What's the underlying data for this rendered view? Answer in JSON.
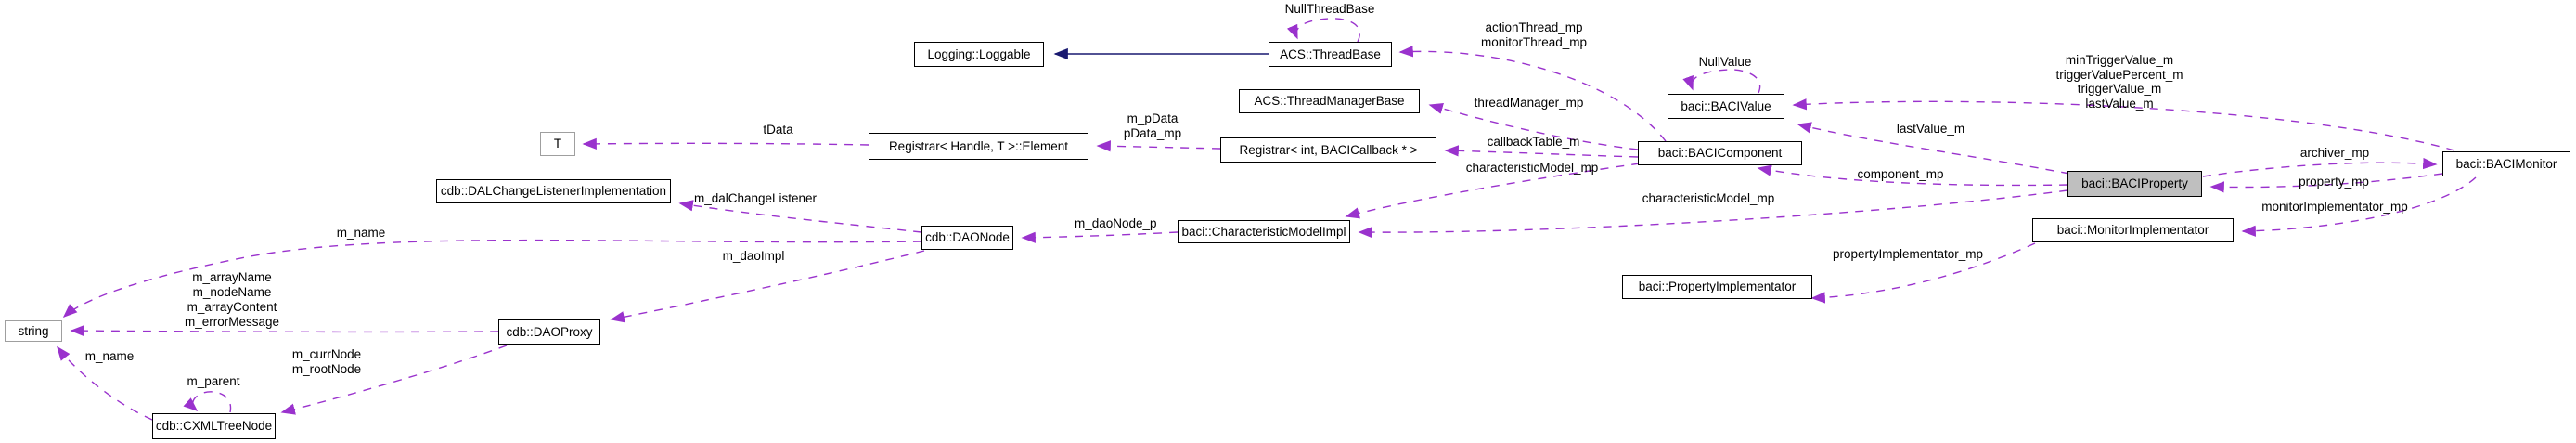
{
  "diagram": {
    "type": "doxygen-collaboration-graph",
    "highlighted_node": "baci::BACIProperty",
    "colors": {
      "usage_edge": "#9a32cd",
      "inheritance_edge": "#191970",
      "highlight_fill": "#bfbfbf",
      "node_border": "#000000",
      "external_node_border": "#9f9f9f",
      "background": "#ffffff",
      "text": "#000000"
    },
    "nodes": {
      "loggable": {
        "label": "Logging::Loggable"
      },
      "threadbase": {
        "label": "ACS::ThreadBase"
      },
      "threadmanagerbase": {
        "label": "ACS::ThreadManagerBase"
      },
      "registrar_int": {
        "label": "Registrar< int, BACICallback * >"
      },
      "bacivalue": {
        "label": "baci::BACIValue"
      },
      "bacicomponent": {
        "label": "baci::BACIComponent"
      },
      "bacimonitor": {
        "label": "baci::BACIMonitor"
      },
      "baciproperty": {
        "label": "baci::BACIProperty"
      },
      "monitorimplementator": {
        "label": "baci::MonitorImplementator"
      },
      "propertyimplementator": {
        "label": "baci::PropertyImplementator"
      },
      "t": {
        "label": "T"
      },
      "registrar_element": {
        "label": "Registrar< Handle, T >::Element"
      },
      "dalchangelistener": {
        "label": "cdb::DALChangeListenerImplementation"
      },
      "daonode": {
        "label": "cdb::DAONode"
      },
      "characteristicmodelimpl": {
        "label": "baci::CharacteristicModelImpl"
      },
      "string": {
        "label": "string"
      },
      "daoproxy": {
        "label": "cdb::DAOProxy"
      },
      "cxmltreenode": {
        "label": "cdb::CXMLTreeNode"
      }
    },
    "edge_labels": {
      "null_threadbase": {
        "text": "NullThreadBase"
      },
      "action_monitor_thread": {
        "text": "actionThread_mp\nmonitorThread_mp"
      },
      "threadmanager_mp": {
        "text": "threadManager_mp"
      },
      "callbacktable_m": {
        "text": "callbackTable_m"
      },
      "nullvalue": {
        "text": "NullValue"
      },
      "trigger_stack": {
        "text": "minTriggerValue_m\ntriggerValuePercent_m\ntriggerValue_m\nlastValue_m"
      },
      "lastvalue_m": {
        "text": "lastValue_m"
      },
      "characteristicmodel_mp_component": {
        "text": "characteristicModel_mp"
      },
      "component_mp": {
        "text": "component_mp"
      },
      "characteristicmodel_mp_property": {
        "text": "characteristicModel_mp"
      },
      "archiver_mp": {
        "text": "archiver_mp"
      },
      "property_mp": {
        "text": "property_mp"
      },
      "monitorimplementator_mp": {
        "text": "monitorImplementator_mp"
      },
      "propertyimplementator_mp": {
        "text": "propertyImplementator_mp"
      },
      "tdata": {
        "text": "tData"
      },
      "pdata": {
        "text": "m_pData\npData_mp"
      },
      "m_dalchangelistener": {
        "text": "m_dalChangeListener"
      },
      "m_daonode_p": {
        "text": "m_daoNode_p"
      },
      "m_name_daonode": {
        "text": "m_name"
      },
      "string_members": {
        "text": "m_arrayName\nm_nodeName\nm_arrayContent\nm_errorMessage"
      },
      "m_daoimpl": {
        "text": "m_daoImpl"
      },
      "currnode_rootnode": {
        "text": "m_currNode\nm_rootNode"
      },
      "m_parent": {
        "text": "m_parent"
      },
      "m_name_cxml": {
        "text": "m_name"
      }
    }
  }
}
